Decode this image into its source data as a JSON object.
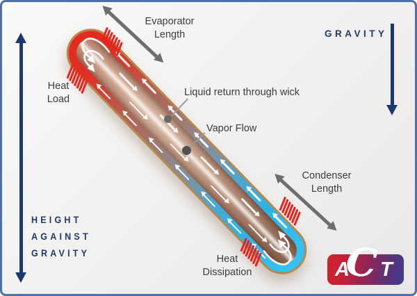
{
  "annotations": {
    "evaporator_length": "Evaporator\nLength",
    "gravity": "GRAVITY",
    "heat_load": "Heat\nLoad",
    "liquid_return": "Liquid return through wick",
    "vapor_flow": "Vapor Flow",
    "condenser_length": "Condenser\nLength",
    "heat_dissipation": "Heat\nDissipation",
    "height_against_gravity": "HEIGHT\nAGAINST\nGRAVITY"
  },
  "logo": {
    "name": "ACT",
    "a": "A",
    "c": "C",
    "t": "T"
  },
  "colors": {
    "frame_border": "#4c70a8",
    "navy_text": "#1d3a6e",
    "label_text": "#3c3c3c",
    "grey_arrow": "#6e6e6e",
    "heat_hatch_red": "#e8231e",
    "evaporator_red": "#e42a1c",
    "condenser_blue": "#2eb2e6",
    "pipe_wall_gold": "#b8874b",
    "logo_gradient_left": "#d1232b",
    "logo_gradient_right": "#3f3e8e"
  }
}
